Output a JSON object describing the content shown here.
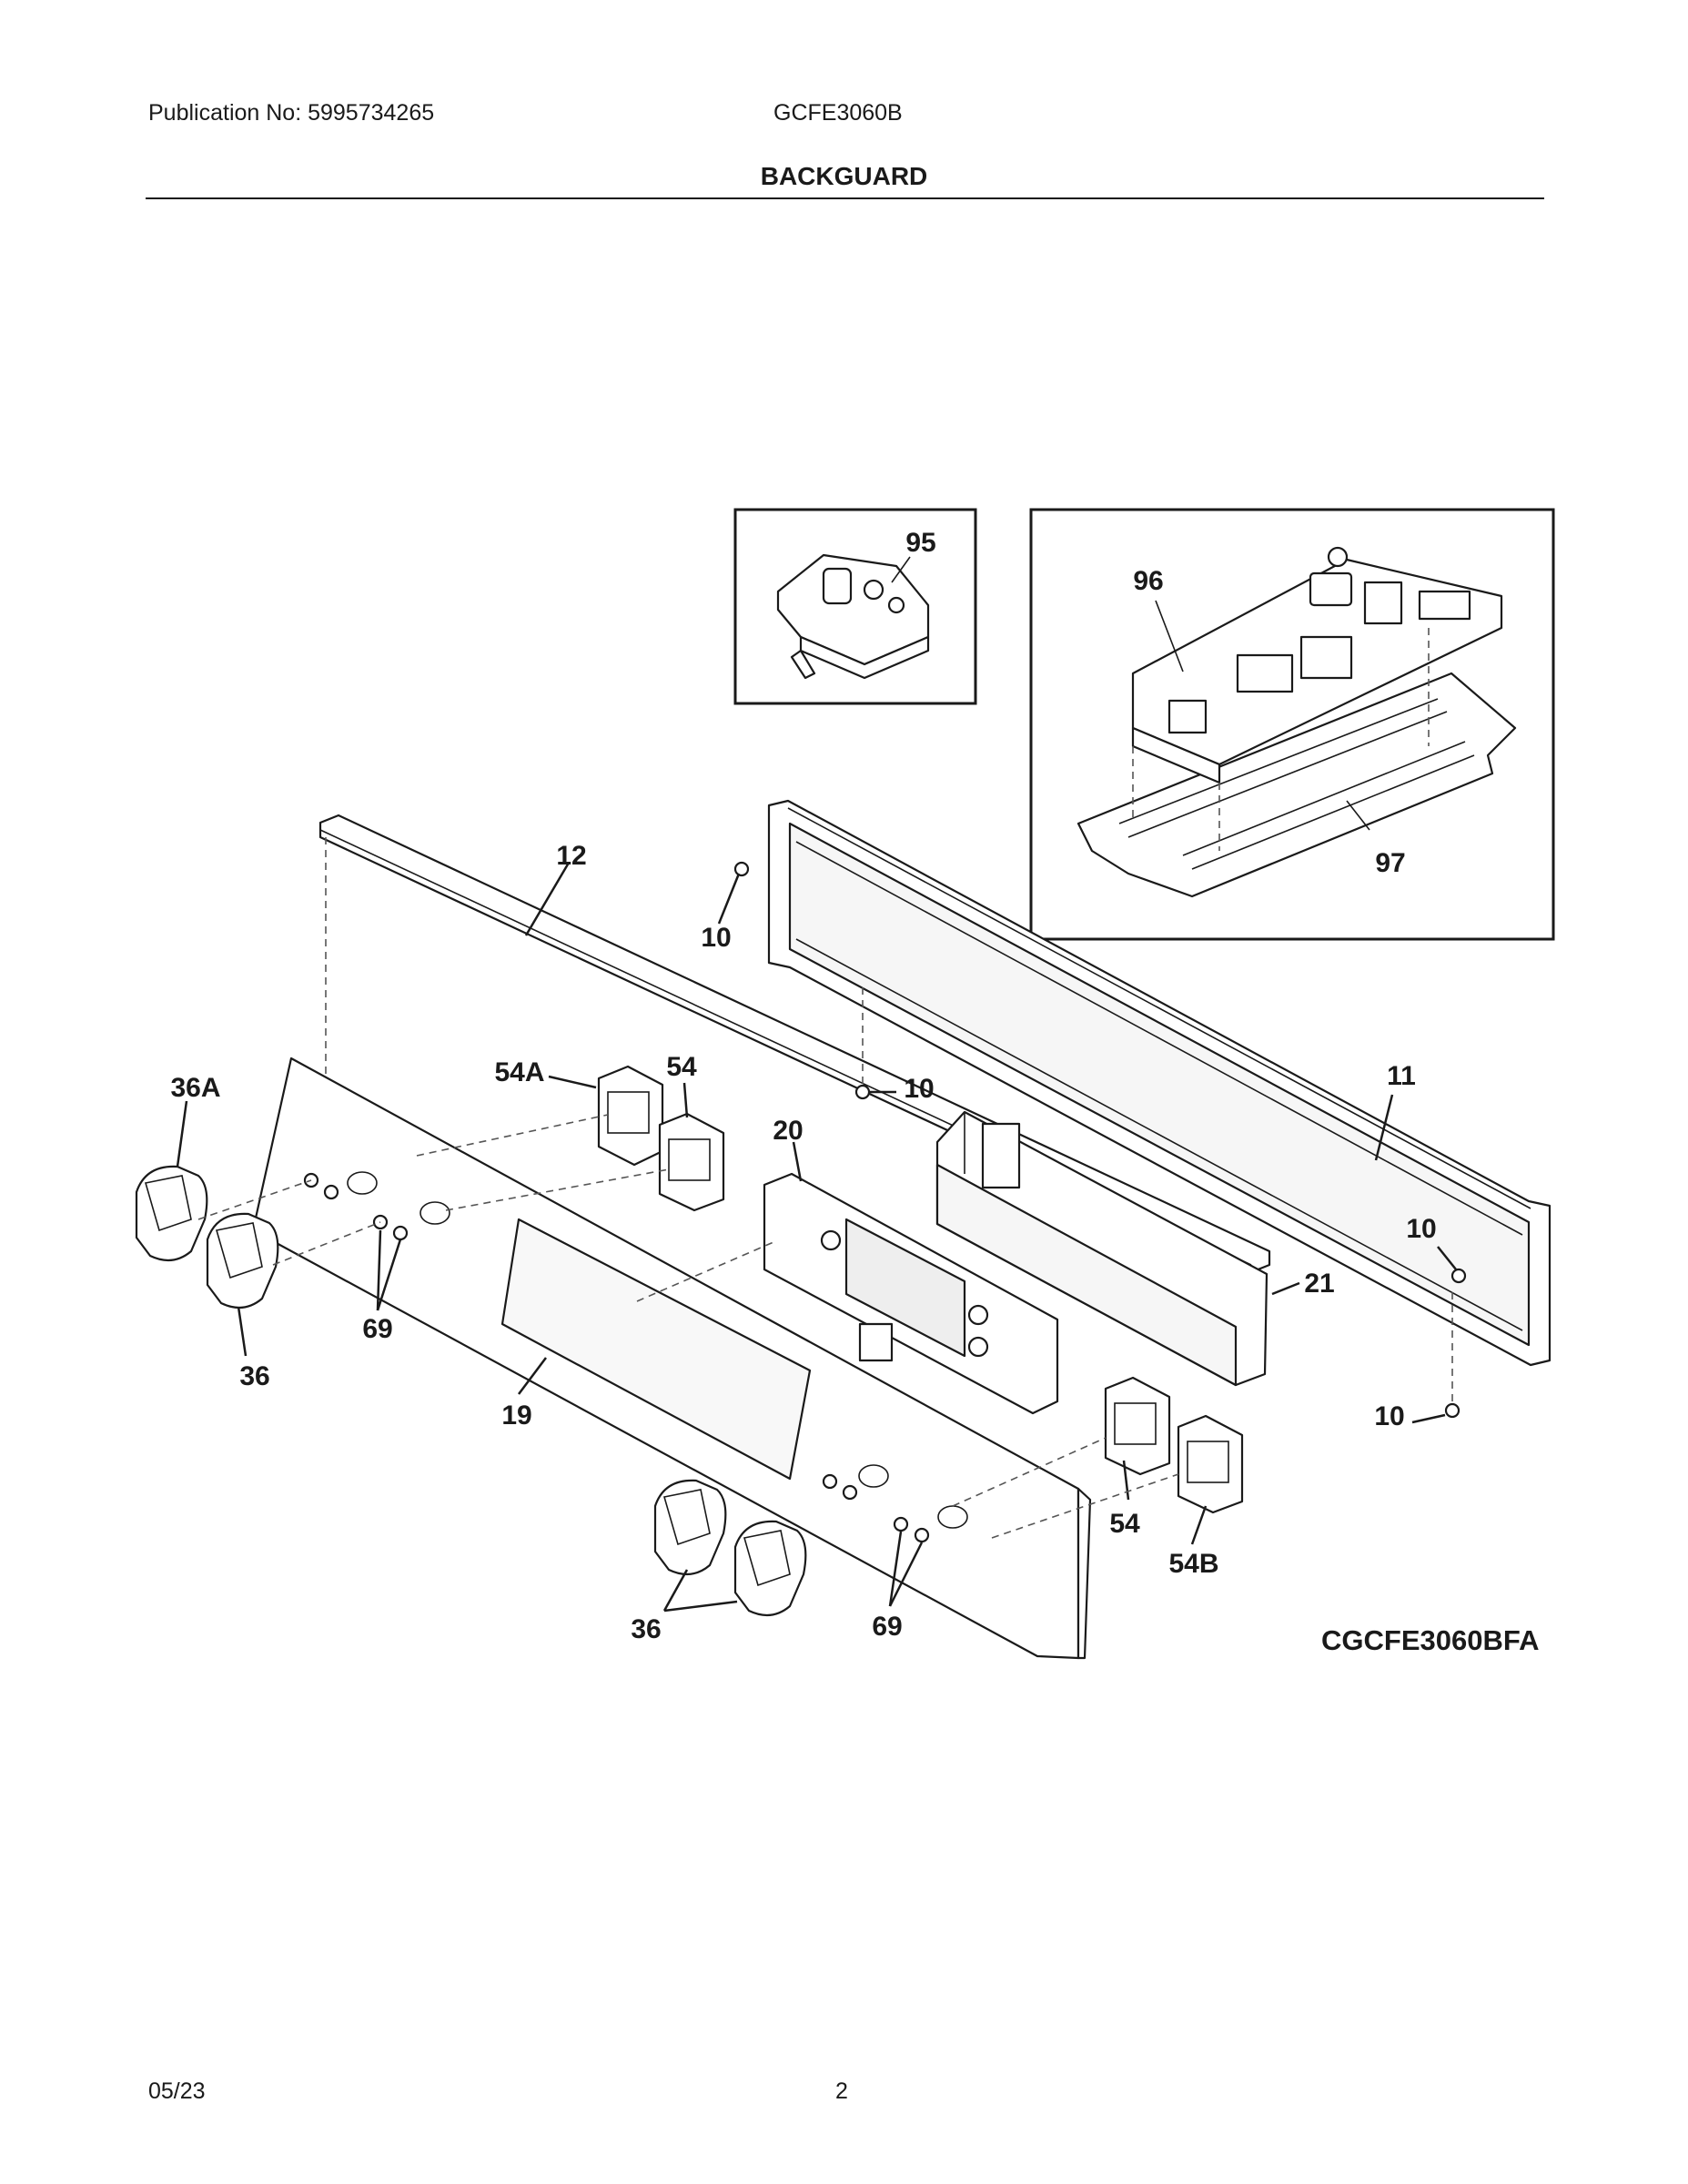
{
  "header": {
    "publication": "Publication No: 5995734265",
    "model": "GCFE3060B",
    "section_title": "BACKGUARD"
  },
  "diagram": {
    "code": "CGCFE3060BFA",
    "callouts": {
      "c95": "95",
      "c96": "96",
      "c97": "97",
      "c12": "12",
      "c10a": "10",
      "c10b": "10",
      "c10c": "10",
      "c10d": "10",
      "c11": "11",
      "c36A": "36A",
      "c54A": "54A",
      "c54a": "54",
      "c20": "20",
      "c21": "21",
      "c69a": "69",
      "c36a": "36",
      "c19": "19",
      "c54b": "54",
      "c54B": "54B",
      "c36b": "36",
      "c69b": "69"
    }
  },
  "footer": {
    "date": "05/23",
    "page": "2"
  }
}
